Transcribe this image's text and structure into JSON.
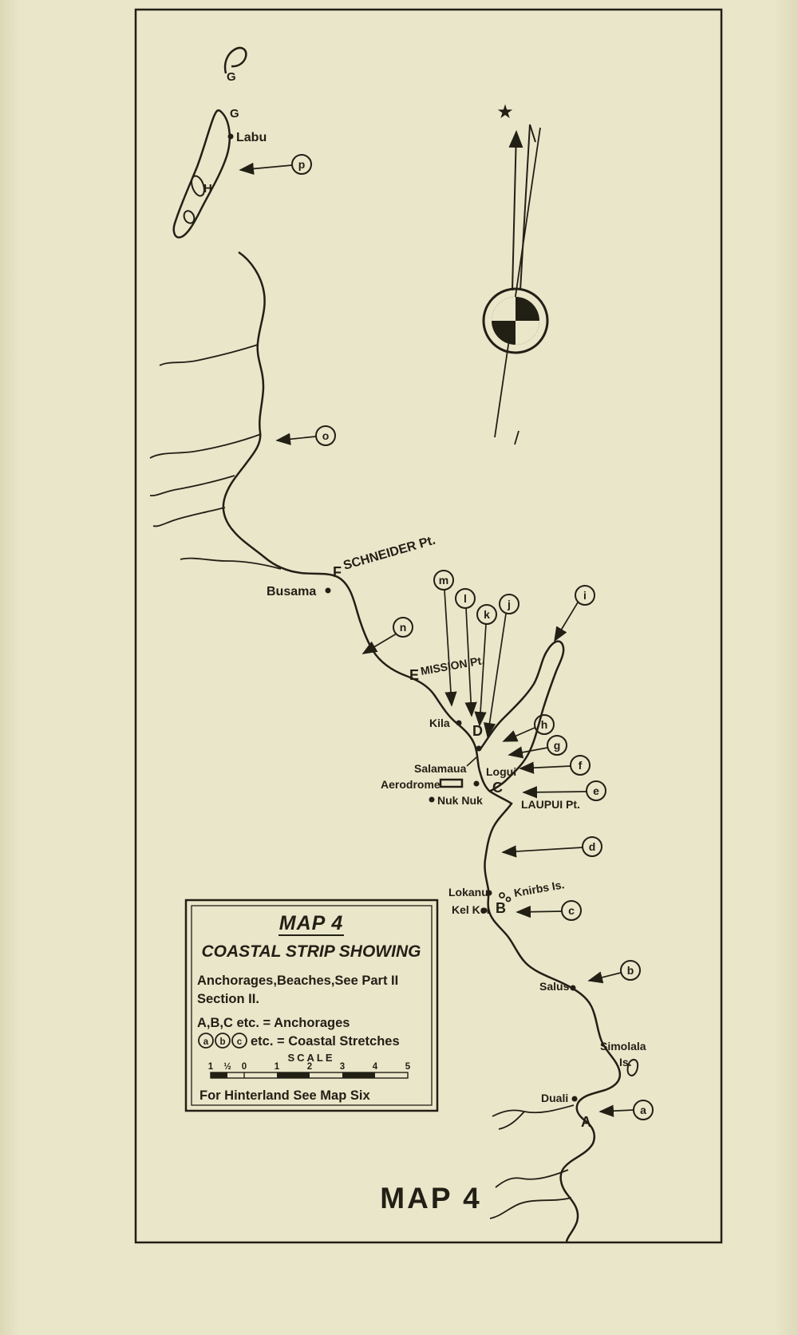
{
  "paper_color": "#e9e6ca",
  "ink_color": "#221f15",
  "bottom_title": "MAP 4",
  "compass": {
    "star": "★"
  },
  "legend": {
    "title": "MAP 4",
    "subtitle": "COASTAL STRIP SHOWING",
    "line1": "Anchorages,Beaches,See Part II",
    "line2": "Section II.",
    "anchorage_key": "A,B,C  etc. = Anchorages",
    "stretch_letters": [
      "a",
      "b",
      "c"
    ],
    "stretch_key_suffix": "etc. = Coastal Stretches",
    "scale_label": "SCALE",
    "scale_ticks": [
      "1",
      "½",
      "0",
      "1",
      "2",
      "3",
      "4",
      "5"
    ],
    "hinterland_note": "For Hinterland See Map Six"
  },
  "places": {
    "labu": "Labu",
    "busama": "Busama",
    "schneider_pt": "SCHNEIDER Pt.",
    "mission_pt": "MISSION Pt.",
    "kila": "Kila",
    "salamaua": "Salamaua",
    "aerodrome": "Aerodrome",
    "logui": "Logui",
    "nuk_nuk": "Nuk Nuk",
    "laupui_pt": "LAUPUI Pt.",
    "lokanu": "Lokanu",
    "kel_kel": "Kel Kel",
    "knirbs": "Knirbs Is.",
    "salus": "Salus",
    "simolala_line1": "Simolala",
    "simolala_line2": "Is.",
    "duali": "Duali"
  },
  "anchorages": {
    "a": "A",
    "b": "B",
    "c": "C",
    "d": "D",
    "e": "E",
    "f": "F",
    "g_top": "G",
    "g_mid": "G",
    "h": "H"
  },
  "stretches": {
    "a": "a",
    "b": "b",
    "c": "c",
    "d": "d",
    "e": "e",
    "f": "f",
    "g": "g",
    "h": "h",
    "i": "i",
    "j": "j",
    "k": "k",
    "l": "l",
    "m": "m",
    "n": "n",
    "o": "o",
    "p": "p"
  }
}
